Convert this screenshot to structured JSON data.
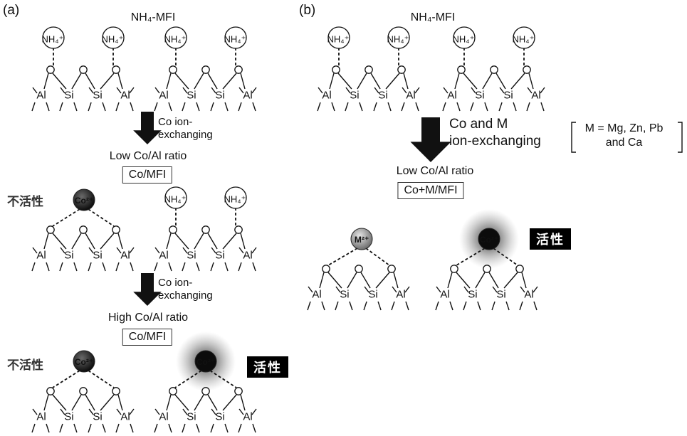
{
  "panel_a": {
    "label": "(a)",
    "title": "NH₄-MFI",
    "step1": "Co ion-\nexchanging",
    "low_ratio": "Low Co/Al ratio",
    "low_box": "Co/MFI",
    "step2": "Co ion-\nexchanging",
    "high_ratio": "High Co/Al ratio",
    "high_box": "Co/MFI",
    "inactive_1": "不活性",
    "inactive_2": "不活性",
    "active": "活性"
  },
  "panel_b": {
    "label": "(b)",
    "title": "NH₄-MFI",
    "step": "Co and M\nion-exchanging",
    "m_note": "M = Mg, Zn, Pb\nand Ca",
    "low_ratio": "Low Co/Al ratio",
    "low_box": "Co+M/MFI",
    "active": "活性"
  },
  "framework": {
    "al": "Al",
    "si": "Si",
    "o": "O",
    "nh4": "NH₄⁺",
    "co": "Co²⁺",
    "m": "M²⁺"
  },
  "colors": {
    "ink": "#111111",
    "ion_dark": "#1a1a1a",
    "ion_gray": "#8a8a8a",
    "glow": "#555555",
    "badge_bg": "#000000"
  }
}
